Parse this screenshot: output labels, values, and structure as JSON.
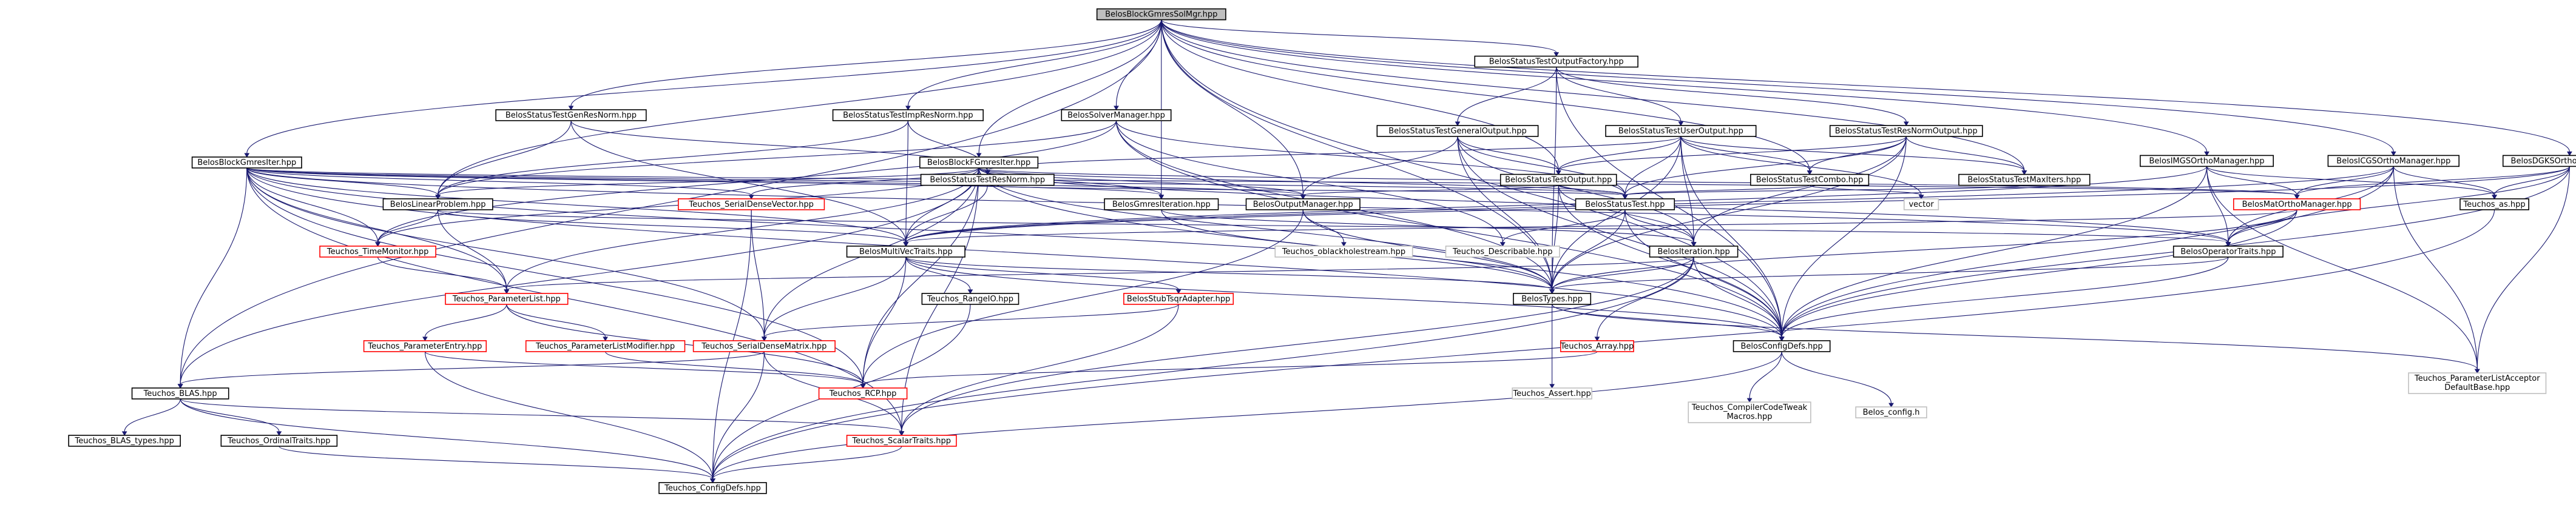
{
  "title": "BelosBlockGmresSolMgr.hpp",
  "nodes": [
    {
      "id": "root",
      "label": "BelosBlockGmresSolMgr.hpp",
      "style": "root"
    },
    {
      "id": "stofactory",
      "label": "BelosStatusTestOutputFactory.hpp",
      "style": "normal"
    },
    {
      "id": "genresnorm",
      "label": "BelosStatusTestGenResNorm.hpp",
      "style": "normal"
    },
    {
      "id": "implresnorm",
      "label": "BelosStatusTestImpResNorm.hpp",
      "style": "normal"
    },
    {
      "id": "solvermgr",
      "label": "BelosSolverManager.hpp",
      "style": "normal"
    },
    {
      "id": "genout",
      "label": "BelosStatusTestGeneralOutput.hpp",
      "style": "normal"
    },
    {
      "id": "userout",
      "label": "BelosStatusTestUserOutput.hpp",
      "style": "normal"
    },
    {
      "id": "resnormout",
      "label": "BelosStatusTestResNormOutput.hpp",
      "style": "normal"
    },
    {
      "id": "imgs",
      "label": "BelosIMGSOrthoManager.hpp",
      "style": "normal"
    },
    {
      "id": "icgs",
      "label": "BelosICGSOrthoManager.hpp",
      "style": "normal"
    },
    {
      "id": "dgks",
      "label": "BelosDGKSOrthoManager.hpp",
      "style": "normal"
    },
    {
      "id": "blockgmresiter",
      "label": "BelosBlockGmresIter.hpp",
      "style": "normal"
    },
    {
      "id": "blockfgmresiter",
      "label": "BelosBlockFGmresIter.hpp",
      "style": "normal"
    },
    {
      "id": "resnorm",
      "label": "BelosStatusTestResNorm.hpp",
      "style": "normal"
    },
    {
      "id": "stoutput",
      "label": "BelosStatusTestOutput.hpp",
      "style": "normal"
    },
    {
      "id": "combo",
      "label": "BelosStatusTestCombo.hpp",
      "style": "normal"
    },
    {
      "id": "maxiters",
      "label": "BelosStatusTestMaxIters.hpp",
      "style": "normal"
    },
    {
      "id": "linprob",
      "label": "BelosLinearProblem.hpp",
      "style": "normal"
    },
    {
      "id": "serialdensevec",
      "label": "Teuchos_SerialDenseVector.hpp",
      "style": "red"
    },
    {
      "id": "gmresiter",
      "label": "BelosGmresIteration.hpp",
      "style": "normal"
    },
    {
      "id": "outmgr",
      "label": "BelosOutputManager.hpp",
      "style": "normal"
    },
    {
      "id": "statustest",
      "label": "BelosStatusTest.hpp",
      "style": "normal"
    },
    {
      "id": "matortho",
      "label": "BelosMatOrthoManager.hpp",
      "style": "red"
    },
    {
      "id": "as",
      "label": "Teuchos_as.hpp",
      "style": "normal"
    },
    {
      "id": "timemonitor",
      "label": "Teuchos_TimeMonitor.hpp",
      "style": "red"
    },
    {
      "id": "multivectraits",
      "label": "BelosMultiVecTraits.hpp",
      "style": "normal"
    },
    {
      "id": "oblackhole",
      "label": "Teuchos_oblackholestream.hpp",
      "style": "gray"
    },
    {
      "id": "describable",
      "label": "Teuchos_Describable.hpp",
      "style": "gray"
    },
    {
      "id": "iteration",
      "label": "BelosIteration.hpp",
      "style": "normal"
    },
    {
      "id": "vector",
      "label": "vector",
      "style": "gray"
    },
    {
      "id": "optraits",
      "label": "BelosOperatorTraits.hpp",
      "style": "normal"
    },
    {
      "id": "paramlist",
      "label": "Teuchos_ParameterList.hpp",
      "style": "red"
    },
    {
      "id": "rangeio",
      "label": "Teuchos_RangeIO.hpp",
      "style": "normal"
    },
    {
      "id": "stubtsqr",
      "label": "BelosStubTsqrAdapter.hpp",
      "style": "red"
    },
    {
      "id": "belostypes",
      "label": "BelosTypes.hpp",
      "style": "normal"
    },
    {
      "id": "paramentry",
      "label": "Teuchos_ParameterEntry.hpp",
      "style": "red"
    },
    {
      "id": "paramlistmod",
      "label": "Teuchos_ParameterListModifier.hpp",
      "style": "red"
    },
    {
      "id": "serialdensemat",
      "label": "Teuchos_SerialDenseMatrix.hpp",
      "style": "red"
    },
    {
      "id": "array",
      "label": "Teuchos_Array.hpp",
      "style": "red"
    },
    {
      "id": "assert",
      "label": "Teuchos_Assert.hpp",
      "style": "gray"
    },
    {
      "id": "configdefs",
      "label": "BelosConfigDefs.hpp",
      "style": "normal"
    },
    {
      "id": "placceptor",
      "label": "Teuchos_ParameterListAcceptor\nDefaultBase.hpp",
      "style": "gray"
    },
    {
      "id": "blas",
      "label": "Teuchos_BLAS.hpp",
      "style": "normal"
    },
    {
      "id": "rcp",
      "label": "Teuchos_RCP.hpp",
      "style": "red"
    },
    {
      "id": "compilercode",
      "label": "Teuchos_CompilerCodeTweak\nMacros.hpp",
      "style": "gray"
    },
    {
      "id": "belosconfig",
      "label": "Belos_config.h",
      "style": "gray"
    },
    {
      "id": "blastypes",
      "label": "Teuchos_BLAS_types.hpp",
      "style": "normal"
    },
    {
      "id": "ordinaltraits",
      "label": "Teuchos_OrdinalTraits.hpp",
      "style": "normal"
    },
    {
      "id": "scalartraits",
      "label": "Teuchos_ScalarTraits.hpp",
      "style": "red"
    },
    {
      "id": "teuchosconfig",
      "label": "Teuchos_ConfigDefs.hpp",
      "style": "normal"
    }
  ],
  "edges": [
    [
      "root",
      "stofactory"
    ],
    [
      "root",
      "genresnorm"
    ],
    [
      "root",
      "implresnorm"
    ],
    [
      "root",
      "solvermgr"
    ],
    [
      "root",
      "imgs"
    ],
    [
      "root",
      "icgs"
    ],
    [
      "root",
      "dgks"
    ],
    [
      "root",
      "blockgmresiter"
    ],
    [
      "root",
      "blockfgmresiter"
    ],
    [
      "root",
      "linprob"
    ],
    [
      "root",
      "gmresiter"
    ],
    [
      "root",
      "outmgr"
    ],
    [
      "root",
      "belostypes"
    ],
    [
      "root",
      "configdefs"
    ],
    [
      "root",
      "stoutput"
    ],
    [
      "root",
      "combo"
    ],
    [
      "root",
      "maxiters"
    ],
    [
      "root",
      "blas"
    ],
    [
      "stofactory",
      "genout"
    ],
    [
      "stofactory",
      "userout"
    ],
    [
      "stofactory",
      "resnormout"
    ],
    [
      "stofactory",
      "belostypes"
    ],
    [
      "stofactory",
      "configdefs"
    ],
    [
      "genresnorm",
      "resnorm"
    ],
    [
      "genresnorm",
      "linprob"
    ],
    [
      "genresnorm",
      "multivectraits"
    ],
    [
      "implresnorm",
      "resnorm"
    ],
    [
      "implresnorm",
      "linprob"
    ],
    [
      "implresnorm",
      "multivectraits"
    ],
    [
      "solvermgr",
      "linprob"
    ],
    [
      "solvermgr",
      "statustest"
    ],
    [
      "solvermgr",
      "belostypes"
    ],
    [
      "solvermgr",
      "timemonitor"
    ],
    [
      "solvermgr",
      "configdefs"
    ],
    [
      "solvermgr",
      "describable"
    ],
    [
      "genout",
      "stoutput"
    ],
    [
      "genout",
      "statustest"
    ],
    [
      "genout",
      "iteration"
    ],
    [
      "genout",
      "belostypes"
    ],
    [
      "genout",
      "configdefs"
    ],
    [
      "genout",
      "outmgr"
    ],
    [
      "userout",
      "stoutput"
    ],
    [
      "userout",
      "resnorm"
    ],
    [
      "userout",
      "combo"
    ],
    [
      "userout",
      "maxiters"
    ],
    [
      "userout",
      "statustest"
    ],
    [
      "userout",
      "iteration"
    ],
    [
      "userout",
      "belostypes"
    ],
    [
      "userout",
      "configdefs"
    ],
    [
      "userout",
      "vector"
    ],
    [
      "resnormout",
      "stoutput"
    ],
    [
      "resnormout",
      "combo"
    ],
    [
      "resnormout",
      "maxiters"
    ],
    [
      "resnormout",
      "statustest"
    ],
    [
      "resnormout",
      "iteration"
    ],
    [
      "resnormout",
      "belostypes"
    ],
    [
      "resnormout",
      "configdefs"
    ],
    [
      "imgs",
      "matortho"
    ],
    [
      "imgs",
      "as"
    ],
    [
      "imgs",
      "optraits"
    ],
    [
      "imgs",
      "multivectraits"
    ],
    [
      "imgs",
      "configdefs"
    ],
    [
      "imgs",
      "placceptor"
    ],
    [
      "icgs",
      "matortho"
    ],
    [
      "icgs",
      "as"
    ],
    [
      "icgs",
      "optraits"
    ],
    [
      "icgs",
      "multivectraits"
    ],
    [
      "icgs",
      "configdefs"
    ],
    [
      "icgs",
      "placceptor"
    ],
    [
      "dgks",
      "matortho"
    ],
    [
      "dgks",
      "as"
    ],
    [
      "dgks",
      "optraits"
    ],
    [
      "dgks",
      "multivectraits"
    ],
    [
      "dgks",
      "configdefs"
    ],
    [
      "dgks",
      "placceptor"
    ],
    [
      "blockgmresiter",
      "gmresiter"
    ],
    [
      "blockgmresiter",
      "linprob"
    ],
    [
      "blockgmresiter",
      "matortho"
    ],
    [
      "blockgmresiter",
      "outmgr"
    ],
    [
      "blockgmresiter",
      "statustest"
    ],
    [
      "blockgmresiter",
      "optraits"
    ],
    [
      "blockgmresiter",
      "multivectraits"
    ],
    [
      "blockgmresiter",
      "serialdensemat"
    ],
    [
      "blockgmresiter",
      "serialdensevec"
    ],
    [
      "blockgmresiter",
      "blas"
    ],
    [
      "blockgmresiter",
      "scalartraits"
    ],
    [
      "blockgmresiter",
      "paramlist"
    ],
    [
      "blockgmresiter",
      "timemonitor"
    ],
    [
      "blockgmresiter",
      "configdefs"
    ],
    [
      "blockgmresiter",
      "belostypes"
    ],
    [
      "blockgmresiter",
      "rcp"
    ],
    [
      "blockfgmresiter",
      "gmresiter"
    ],
    [
      "blockfgmresiter",
      "linprob"
    ],
    [
      "blockfgmresiter",
      "matortho"
    ],
    [
      "blockfgmresiter",
      "outmgr"
    ],
    [
      "blockfgmresiter",
      "statustest"
    ],
    [
      "blockfgmresiter",
      "optraits"
    ],
    [
      "blockfgmresiter",
      "multivectraits"
    ],
    [
      "blockfgmresiter",
      "serialdensemat"
    ],
    [
      "blockfgmresiter",
      "serialdensevec"
    ],
    [
      "blockfgmresiter",
      "blas"
    ],
    [
      "blockfgmresiter",
      "scalartraits"
    ],
    [
      "blockfgmresiter",
      "paramlist"
    ],
    [
      "blockfgmresiter",
      "timemonitor"
    ],
    [
      "blockfgmresiter",
      "configdefs"
    ],
    [
      "blockfgmresiter",
      "belostypes"
    ],
    [
      "blockfgmresiter",
      "rcp"
    ],
    [
      "resnorm",
      "statustest"
    ],
    [
      "resnorm",
      "multivectraits"
    ],
    [
      "stoutput",
      "statustest"
    ],
    [
      "stoutput",
      "iteration"
    ],
    [
      "stoutput",
      "outmgr"
    ],
    [
      "stoutput",
      "belostypes"
    ],
    [
      "stoutput",
      "configdefs"
    ],
    [
      "combo",
      "statustest"
    ],
    [
      "combo",
      "vector"
    ],
    [
      "maxiters",
      "statustest"
    ],
    [
      "linprob",
      "multivectraits"
    ],
    [
      "linprob",
      "optraits"
    ],
    [
      "linprob",
      "timemonitor"
    ],
    [
      "linprob",
      "paramlist"
    ],
    [
      "serialdensevec",
      "serialdensemat"
    ],
    [
      "serialdensevec",
      "teuchosconfig"
    ],
    [
      "gmresiter",
      "iteration"
    ],
    [
      "gmresiter",
      "belostypes"
    ],
    [
      "outmgr",
      "belostypes"
    ],
    [
      "outmgr",
      "oblackhole"
    ],
    [
      "outmgr",
      "rcp"
    ],
    [
      "statustest",
      "iteration"
    ],
    [
      "statustest",
      "belostypes"
    ],
    [
      "statustest",
      "configdefs"
    ],
    [
      "statustest",
      "describable"
    ],
    [
      "matortho",
      "optraits"
    ],
    [
      "matortho",
      "multivectraits"
    ],
    [
      "matortho",
      "belostypes"
    ],
    [
      "matortho",
      "configdefs"
    ],
    [
      "as",
      "teuchosconfig"
    ],
    [
      "multivectraits",
      "belostypes"
    ],
    [
      "multivectraits",
      "serialdensemat"
    ],
    [
      "multivectraits",
      "rangeio"
    ],
    [
      "multivectraits",
      "stubtsqr"
    ],
    [
      "multivectraits",
      "rcp"
    ],
    [
      "multivectraits",
      "configdefs"
    ],
    [
      "iteration",
      "belostypes"
    ],
    [
      "iteration",
      "configdefs"
    ],
    [
      "iteration",
      "array"
    ],
    [
      "iteration",
      "paramlist"
    ],
    [
      "iteration",
      "scalartraits"
    ],
    [
      "iteration",
      "teuchosconfig"
    ],
    [
      "optraits",
      "belostypes"
    ],
    [
      "optraits",
      "configdefs"
    ],
    [
      "paramlist",
      "paramentry"
    ],
    [
      "paramlist",
      "paramlistmod"
    ],
    [
      "paramlist",
      "rcp"
    ],
    [
      "rangeio",
      "teuchosconfig"
    ],
    [
      "stubtsqr",
      "serialdensemat"
    ],
    [
      "stubtsqr",
      "scalartraits"
    ],
    [
      "belostypes",
      "assert"
    ],
    [
      "belostypes",
      "configdefs"
    ],
    [
      "belostypes",
      "placceptor"
    ],
    [
      "paramentry",
      "rcp"
    ],
    [
      "paramentry",
      "teuchosconfig"
    ],
    [
      "paramlistmod",
      "rcp"
    ],
    [
      "serialdensemat",
      "blas"
    ],
    [
      "serialdensemat",
      "scalartraits"
    ],
    [
      "serialdensemat",
      "teuchosconfig"
    ],
    [
      "array",
      "rcp"
    ],
    [
      "configdefs",
      "compilercode"
    ],
    [
      "configdefs",
      "belosconfig"
    ],
    [
      "configdefs",
      "teuchosconfig"
    ],
    [
      "blas",
      "blastypes"
    ],
    [
      "blas",
      "ordinaltraits"
    ],
    [
      "blas",
      "scalartraits"
    ],
    [
      "blas",
      "teuchosconfig"
    ],
    [
      "ordinaltraits",
      "teuchosconfig"
    ],
    [
      "scalartraits",
      "teuchosconfig"
    ],
    [
      "timemonitor",
      "paramlist"
    ]
  ],
  "colors": {
    "edge": "#191970",
    "border_normal": "#000000",
    "border_red": "#ff0000",
    "border_gray": "#bfbfbf",
    "root_fill": "#bfbfbf",
    "node_fill": "#ffffff"
  }
}
